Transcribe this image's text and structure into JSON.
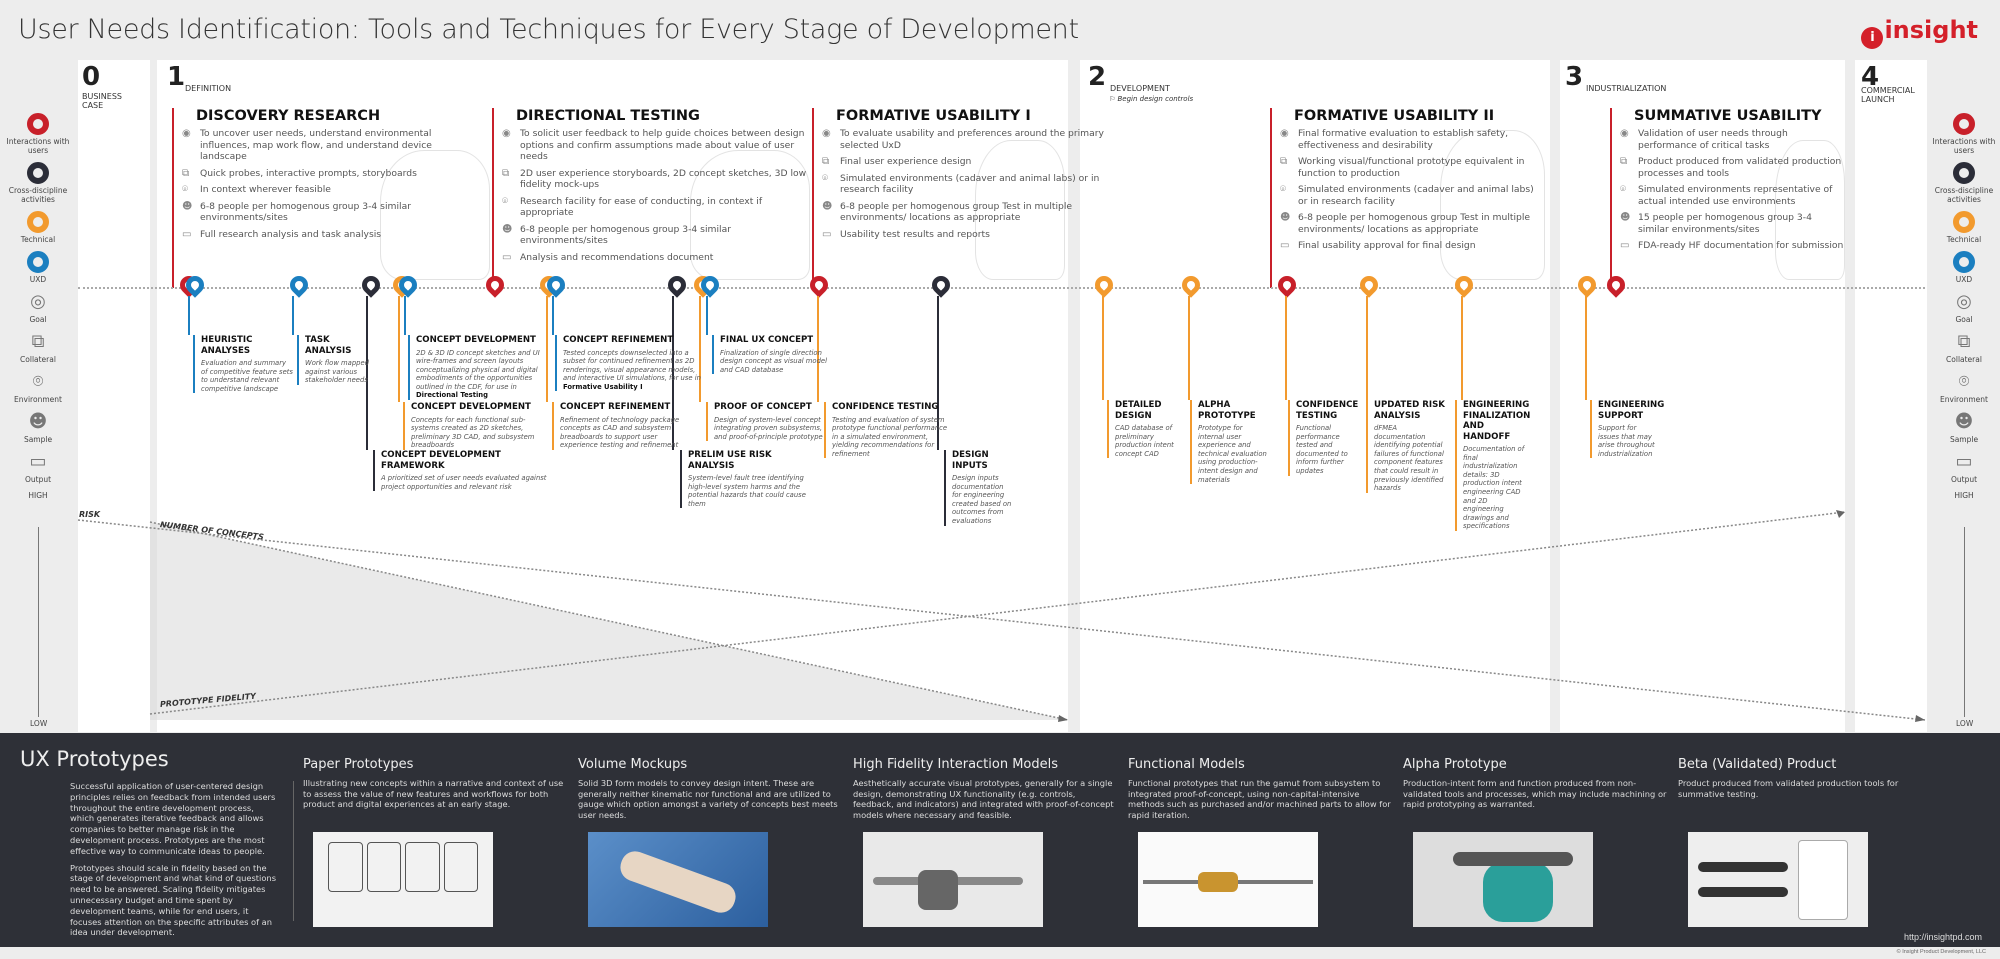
{
  "title": "User Needs Identification: Tools and Techniques for Every Stage of Development",
  "logo": {
    "text": "insight",
    "color": "#d4202a"
  },
  "colors": {
    "red": "#c8202a",
    "dark": "#2b2d38",
    "orange": "#f29a2e",
    "blue": "#1b7fc0"
  },
  "legend": {
    "items": [
      {
        "label": "Interactions with users",
        "color": "#c8202a"
      },
      {
        "label": "Cross-discipline activities",
        "color": "#2b2d38"
      },
      {
        "label": "Technical",
        "color": "#f29a2e"
      },
      {
        "label": "UXD",
        "color": "#1b7fc0"
      }
    ],
    "icons": [
      {
        "label": "Goal",
        "icon": "target-icon"
      },
      {
        "label": "Collateral",
        "icon": "cubes-icon"
      },
      {
        "label": "Environment",
        "icon": "location-pin-icon"
      },
      {
        "label": "Sample",
        "icon": "people-icon"
      },
      {
        "label": "Output",
        "icon": "document-icon"
      }
    ],
    "high": "HIGH",
    "low": "LOW"
  },
  "phases": [
    {
      "num": "0",
      "label": "BUSINESS CASE"
    },
    {
      "num": "1",
      "label": "DEFINITION"
    },
    {
      "num": "2",
      "label": "DEVELOPMENT",
      "note": "Begin design controls"
    },
    {
      "num": "3",
      "label": "INDUSTRIALIZATION"
    },
    {
      "num": "4",
      "label": "COMMERCIAL LAUNCH"
    }
  ],
  "activities": [
    {
      "title": "DISCOVERY RESEARCH",
      "items": [
        "To uncover user needs, understand environmental influences, map work flow, and understand device landscape",
        "Quick probes, interactive prompts, storyboards",
        "In context wherever feasible",
        "6-8 people per homogenous group 3-4 similar environments/sites",
        "Full research analysis and task analysis"
      ]
    },
    {
      "title": "DIRECTIONAL TESTING",
      "items": [
        "To solicit user feedback to help guide choices between design options and confirm assumptions made about value of user needs",
        "2D user experience storyboards, 2D concept sketches, 3D low fidelity mock-ups",
        "Research facility for ease of conducting, in context if appropriate",
        "6-8 people per homogenous group 3-4 similar environments/sites",
        "Analysis and recommendations document"
      ]
    },
    {
      "title": "FORMATIVE USABILITY I",
      "items": [
        "To evaluate usability and preferences around the primary selected UxD",
        "Final user experience design",
        "Simulated environments (cadaver and animal labs) or in research facility",
        "6-8 people per homogenous group Test in multiple environments/ locations as appropriate",
        "Usability test results and reports"
      ]
    },
    {
      "title": "FORMATIVE USABILITY II",
      "items": [
        "Final formative evaluation to establish safety, effectiveness and desirability",
        "Working visual/functional prototype equivalent in function to production",
        "Simulated environments (cadaver and animal labs) or in research facility",
        "6-8 people per homogenous group Test in multiple environments/ locations as appropriate",
        "Final usability approval for final design"
      ]
    },
    {
      "title": "SUMMATIVE USABILITY",
      "items": [
        "Validation of user needs through performance of critical tasks",
        "Product produced from validated production processes and tools",
        "Simulated environments representative of actual intended use environments",
        "15 people per homogenous group 3-4 similar environments/sites",
        "FDA-ready HF documentation for submission"
      ]
    }
  ],
  "milestones": [
    {
      "title": "HEURISTIC ANALYSES",
      "desc": "Evaluation and summary of competitive feature sets to understand relevant competitive landscape"
    },
    {
      "title": "TASK ANALYSIS",
      "desc": "Work flow mapped against various stakeholder needs"
    },
    {
      "title": "CONCEPT DEVELOPMENT",
      "desc": "2D & 3D ID concept sketches and UI wire-frames and screen layouts conceptualizing physical and digital embodiments of the opportunities outlined in the CDF, for use in",
      "bold": "Directional Testing"
    },
    {
      "title": "CONCEPT DEVELOPMENT",
      "desc": "Concepts for each functional sub-systems created as 2D sketches, preliminary 3D CAD, and subsystem breadboards"
    },
    {
      "title": "CONCEPT DEVELOPMENT FRAMEWORK",
      "desc": "A prioritized set of user needs evaluated against project opportunities and relevant risk"
    },
    {
      "title": "CONCEPT REFINEMENT",
      "desc": "Tested concepts downselected into a subset for continued refinement as 2D renderings, visual appearance models, and interactive UI simulations, for use in",
      "bold": "Formative Usability I"
    },
    {
      "title": "CONCEPT REFINEMENT",
      "desc": "Refinement of technology package concepts as CAD and subsystem breadboards to support user experience testing and refinement"
    },
    {
      "title": "FINAL UX CONCEPT",
      "desc": "Finalization of single direction design concept as visual model and CAD database"
    },
    {
      "title": "PROOF OF CONCEPT",
      "desc": "Design of system-level concept integrating proven subsystems, and proof-of-principle prototype"
    },
    {
      "title": "PRELIM USE RISK ANALYSIS",
      "desc": "System-level fault tree identifying high-level system harms and the potential hazards that could cause them"
    },
    {
      "title": "CONFIDENCE TESTING",
      "desc": "Testing and evaluation of system prototype functional performance in a simulated environment, yielding recommendations for refinement"
    },
    {
      "title": "DESIGN INPUTS",
      "desc": "Design inputs documentation for engineering created based on outcomes from evaluations"
    },
    {
      "title": "DETAILED DESIGN",
      "desc": "CAD database of preliminary production intent concept CAD"
    },
    {
      "title": "ALPHA PROTOTYPE",
      "desc": "Prototype for internal user experience and technical evaluation using production-intent design and materials"
    },
    {
      "title": "CONFIDENCE TESTING",
      "desc": "Functional performance tested and documented to inform further updates"
    },
    {
      "title": "UPDATED RISK ANALYSIS",
      "desc": "dFMEA documentation identifying potential failures of functional component features that could result in previously identified hazards"
    },
    {
      "title": "ENGINEERING FINALIZATION AND HANDOFF",
      "desc": "Documentation of final industrialization details: 3D production intent engineering CAD and 2D engineering drawings and specifications"
    },
    {
      "title": "ENGINEERING SUPPORT",
      "desc": "Support for issues that may arise throughout industrialization"
    }
  ],
  "chart_labels": {
    "risk": "RISK",
    "concepts": "NUMBER OF CONCEPTS",
    "fidelity": "PROTOTYPE FIDELITY"
  },
  "bottom": {
    "title": "UX Prototypes",
    "intro": [
      "Successful application of user-centered design principles relies on feedback from intended users throughout the entire development process, which generates iterative feedback and allows companies to better manage risk in the development process. Prototypes are the most effective way to communicate ideas to people.",
      "Prototypes should scale in fidelity based on the stage of development and what kind of questions need to be answered. Scaling fidelity mitigates unnecessary budget and time spent by development teams, while for end users, it focuses attention on the specific attributes of an idea under development."
    ],
    "cards": [
      {
        "title": "Paper Prototypes",
        "desc": "Illustrating new concepts within a narrative and context of use to assess the value of new features and workflows for both product and digital experiences at an early stage."
      },
      {
        "title": "Volume Mockups",
        "desc": "Solid 3D form models to convey design intent. These are generally neither kinematic nor functional and are utilized to gauge which option amongst a variety of concepts best meets user needs."
      },
      {
        "title": "High Fidelity Interaction Models",
        "desc": "Aesthetically accurate visual prototypes, generally for a single design, demonstrating UX functionality (e.g. controls, feedback, and indicators) and integrated with proof-of-concept models where necessary and feasible."
      },
      {
        "title": "Functional Models",
        "desc": "Functional prototypes that run the gamut from subsystem to integrated proof-of-concept, using non-capital-intensive methods such as purchased and/or machined parts to allow for rapid iteration."
      },
      {
        "title": "Alpha Prototype",
        "desc": "Production-intent form and function produced from non-validated tools and processes, which may include machining or rapid prototyping as warranted."
      },
      {
        "title": "Beta (Validated) Product",
        "desc": "Product produced from validated production tools for summative testing."
      }
    ],
    "url": "http://insightpd.com",
    "copyright": "© Insight Product Development, LLC"
  }
}
